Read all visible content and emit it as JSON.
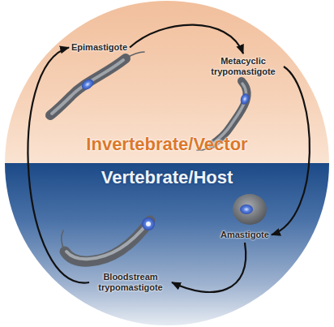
{
  "diagram": {
    "nodes": [
      {
        "text": [
          "Invertebrate/Vector"
        ]
      },
      {
        "text": [
          "Epimastigote"
        ],
        "in": 0
      },
      {
        "text": [
          "Metacyclic trypomastigote"
        ],
        "in": 0
      },
      {
        "text": [
          "Vertebrate/Host"
        ]
      },
      {
        "text": [
          "Amastigote"
        ],
        "in": 3
      },
      {
        "text": [
          "Bloodstream trypomastigote"
        ],
        "in": 3
      }
    ],
    "edges": [
      {
        "from": 1,
        "to": 2,
        "arrow": "to"
      },
      {
        "from": 2,
        "to": 4,
        "arrow": "to"
      },
      {
        "from": 4,
        "to": 5,
        "arrow": "to"
      },
      {
        "from": 5,
        "to": 1,
        "arrow": "to"
      }
    ]
  }
}
